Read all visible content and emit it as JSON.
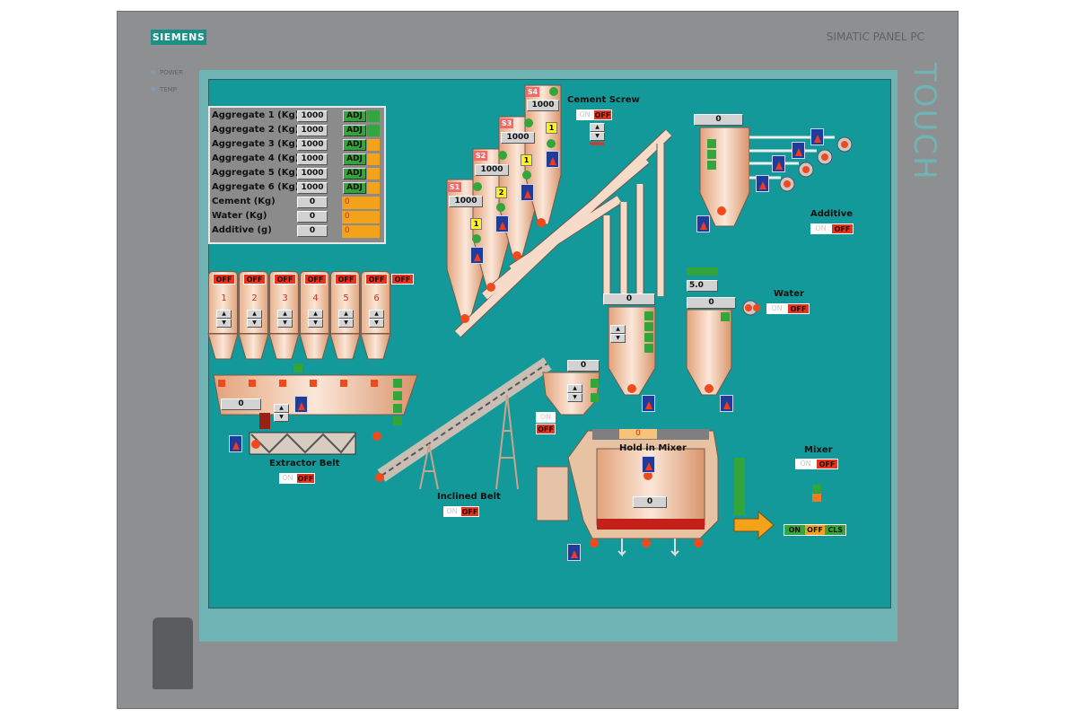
{
  "device": {
    "brand": "SIEMENS",
    "model": "SIMATIC PANEL PC",
    "touch_label": "TOUCH",
    "leds": [
      "POWER",
      "TEMP"
    ]
  },
  "recipe": {
    "rows": [
      {
        "label": "Aggregate 1 (Kg)",
        "value": "1000",
        "action": "ADJ",
        "status_color": "#34a53a"
      },
      {
        "label": "Aggregate 2 (Kg)",
        "value": "1000",
        "action": "ADJ",
        "status_color": "#34a53a"
      },
      {
        "label": "Aggregate 3 (Kg)",
        "value": "1000",
        "action": "ADJ",
        "status_color": "#f5a21b"
      },
      {
        "label": "Aggregate 4 (Kg)",
        "value": "1000",
        "action": "ADJ",
        "status_color": "#f5a21b"
      },
      {
        "label": "Aggregate 5 (Kg)",
        "value": "1000",
        "action": "ADJ",
        "status_color": "#f5a21b"
      },
      {
        "label": "Aggregate 6 (Kg)",
        "value": "1000",
        "action": "ADJ",
        "status_color": "#f5a21b"
      },
      {
        "label": "Cement (Kg)",
        "value": "0",
        "actual": "0"
      },
      {
        "label": "Water (Kg)",
        "value": "0",
        "actual": "0"
      },
      {
        "label": "Additive (g)",
        "value": "0",
        "actual": "0"
      }
    ]
  },
  "bins": {
    "items": [
      {
        "state": "OFF",
        "number": "1"
      },
      {
        "state": "OFF",
        "number": "2"
      },
      {
        "state": "OFF",
        "number": "3"
      },
      {
        "state": "OFF",
        "number": "4"
      },
      {
        "state": "OFF",
        "number": "5"
      },
      {
        "state": "OFF",
        "number": "6"
      }
    ],
    "all_state": "OFF"
  },
  "weigh_hopper": {
    "value": "0"
  },
  "extractor_belt": {
    "label": "Extractor Belt",
    "on": "ON",
    "off": "OFF"
  },
  "inclined_belt": {
    "label": "Inclined Belt",
    "on": "ON",
    "off": "OFF"
  },
  "skip_hopper": {
    "value": "0",
    "on": "ON",
    "off": "OFF"
  },
  "silos": [
    {
      "name": "S1",
      "value": "1000",
      "count": "1"
    },
    {
      "name": "S2",
      "value": "1000",
      "count": "2"
    },
    {
      "name": "S3",
      "value": "1000",
      "count": "1"
    },
    {
      "name": "S4",
      "value": "1000",
      "count": "1"
    }
  ],
  "cement_screw": {
    "label": "Cement Screw",
    "on": "ON",
    "off": "OFF"
  },
  "cement_scale": {
    "value": "0"
  },
  "additive": {
    "label": "Additive",
    "value": "0",
    "on": "ON",
    "off": "OFF"
  },
  "water": {
    "label": "Water",
    "setpoint": "5.0",
    "value": "0",
    "on": "ON",
    "off": "OFF"
  },
  "mixer": {
    "label": "Mixer",
    "hold_label": "Hold in Mixer",
    "top_value": "0",
    "inner_value": "0",
    "on": "ON",
    "off": "OFF",
    "discharge": {
      "on": "ON",
      "off": "OFF",
      "close": "CLS"
    }
  }
}
